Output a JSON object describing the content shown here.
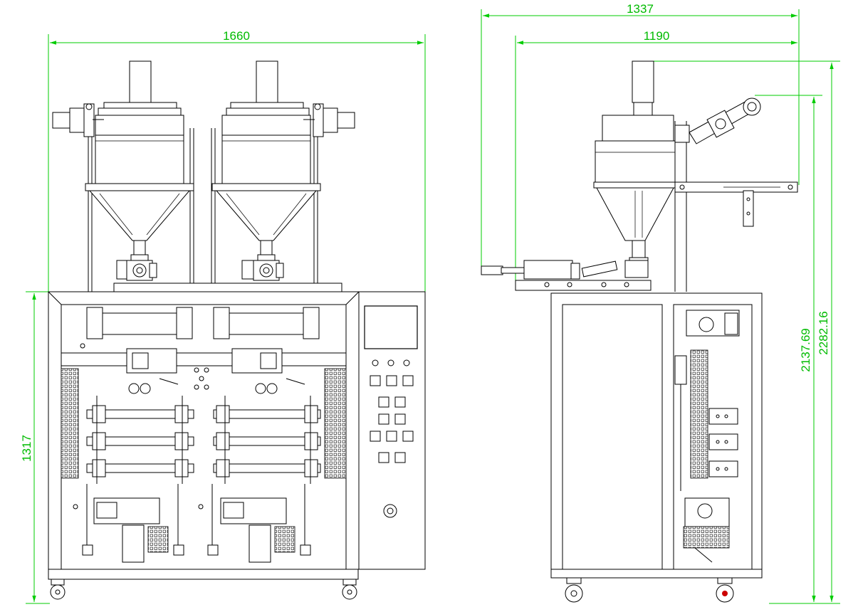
{
  "dimensions": {
    "front_width": "1660",
    "side_width_total": "1337",
    "side_width": "1190",
    "front_height": "1317",
    "side_height_1": "2137.69",
    "side_height_2": "2282.16"
  },
  "colors": {
    "dimension": "#00cc00",
    "line": "#000000",
    "accent": "#cc0000"
  }
}
